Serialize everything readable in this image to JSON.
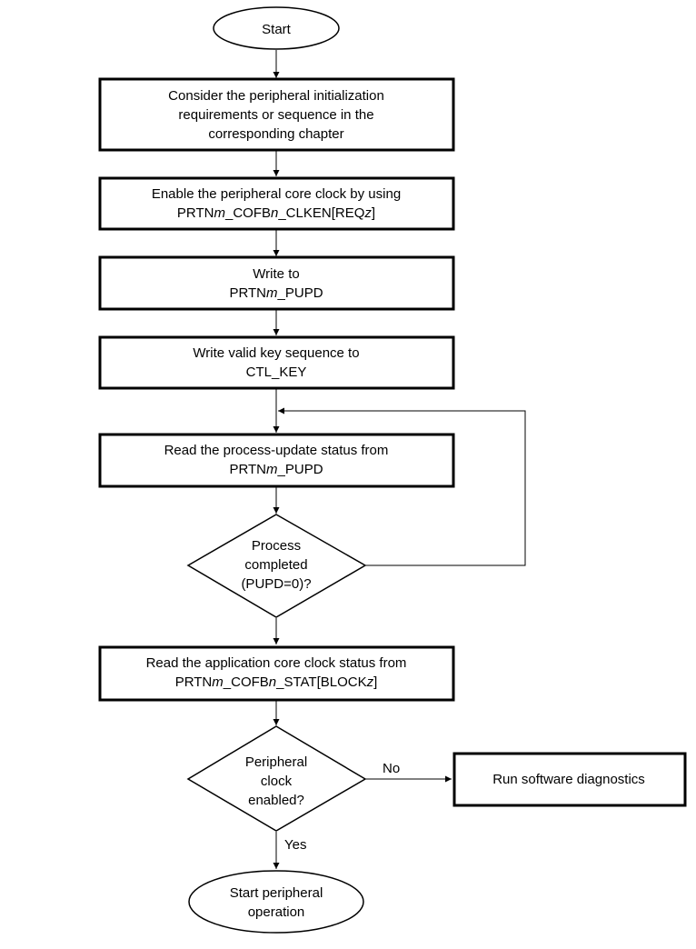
{
  "nodes": {
    "start": {
      "lines": [
        "Start"
      ]
    },
    "consider": {
      "lines": [
        "Consider the peripheral initialization",
        "requirements or sequence in the",
        "corresponding chapter"
      ]
    },
    "enable": {
      "lines": [
        "Enable the peripheral core clock by using",
        [
          [
            "PRTN",
            ""
          ],
          [
            "m",
            "i"
          ],
          [
            "_COFB",
            ""
          ],
          [
            "n",
            "i"
          ],
          [
            "_CLKEN[REQ",
            ""
          ],
          [
            "z",
            "i"
          ],
          [
            "]",
            ""
          ]
        ]
      ]
    },
    "write_pupd": {
      "lines": [
        "Write to",
        [
          [
            "PRTN",
            ""
          ],
          [
            "m",
            "i"
          ],
          [
            "_PUPD",
            ""
          ]
        ]
      ]
    },
    "write_key": {
      "lines": [
        "Write valid key sequence to",
        "CTL_KEY"
      ]
    },
    "read_status": {
      "lines": [
        "Read the process-update status from",
        [
          [
            "PRTN",
            ""
          ],
          [
            "m",
            "i"
          ],
          [
            "_PUPD",
            ""
          ]
        ]
      ]
    },
    "decision_process": {
      "lines": [
        "Process",
        "completed",
        "(PUPD=0)?"
      ]
    },
    "read_app": {
      "lines": [
        "Read the application core clock status from",
        [
          [
            "PRTN",
            ""
          ],
          [
            "m",
            "i"
          ],
          [
            "_COFB",
            ""
          ],
          [
            "n",
            "i"
          ],
          [
            "_STAT[BLOCK",
            ""
          ],
          [
            "z",
            "i"
          ],
          [
            "]",
            ""
          ]
        ]
      ]
    },
    "decision_clock": {
      "lines": [
        "Peripheral",
        "clock",
        "enabled?"
      ]
    },
    "diagnostics": {
      "lines": [
        "Run software diagnostics"
      ]
    },
    "end": {
      "lines": [
        "Start peripheral",
        "operation"
      ]
    }
  },
  "edge_labels": {
    "no": "No",
    "yes": "Yes"
  },
  "colors": {
    "stroke": "#000000",
    "fill": "#ffffff"
  }
}
